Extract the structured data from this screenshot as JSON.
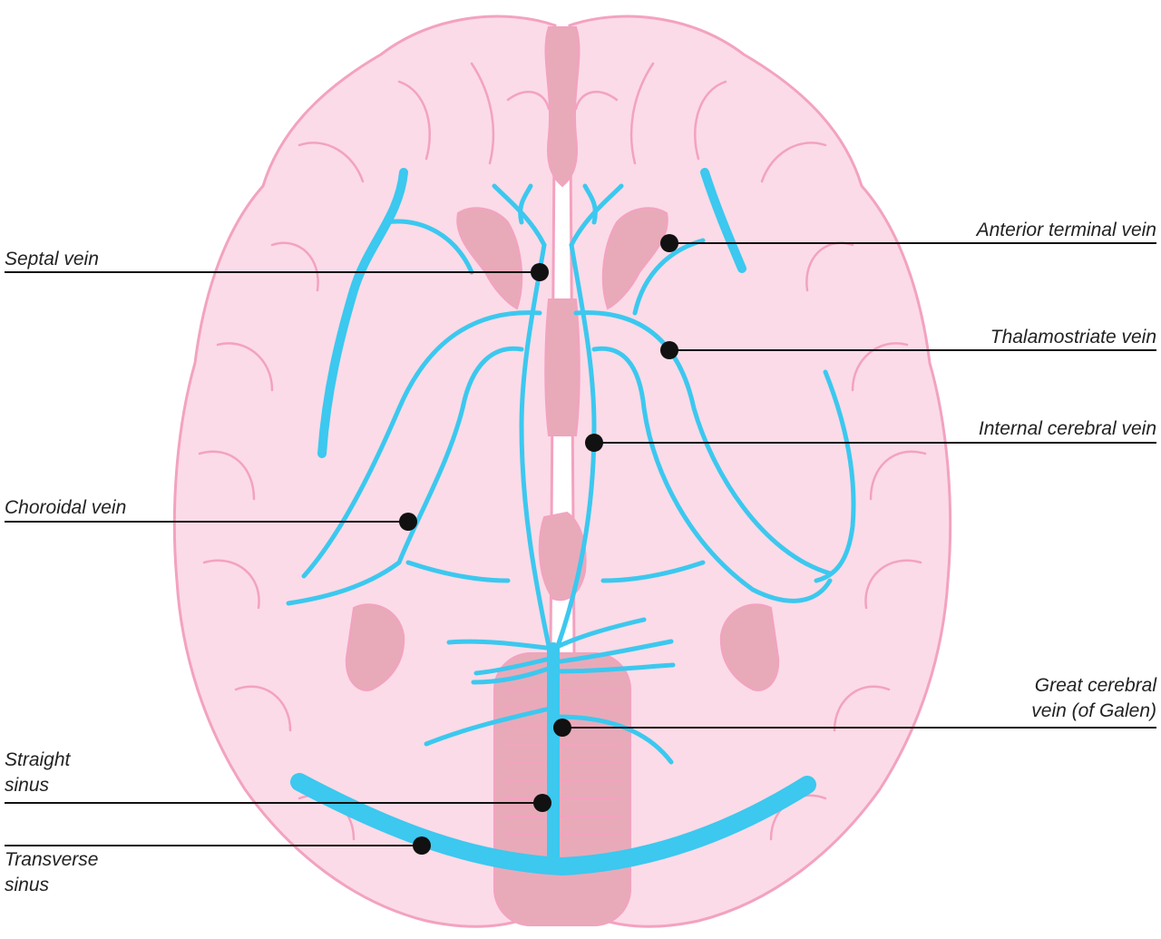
{
  "colors": {
    "brain_fill": "#fbdbe7",
    "brain_outline": "#f3a2c0",
    "deep_structure": "#e8aab9",
    "vein": "#3cc8ef",
    "vein_highlight": "#a9ecfb",
    "marker": "#111111",
    "leader": "#111111"
  },
  "labels": {
    "septal_vein": [
      "Septal vein"
    ],
    "choroidal_vein": [
      "Choroidal vein"
    ],
    "straight_sinus": [
      "Straight",
      "sinus"
    ],
    "transverse_sinus": [
      "Transverse",
      "sinus"
    ],
    "anterior_terminal_vein": [
      "Anterior terminal vein"
    ],
    "thalamostriate_vein": [
      "Thalamostriate vein"
    ],
    "internal_cerebral_vein": [
      "Internal cerebral vein"
    ],
    "great_cerebral_vein": [
      "Great cerebral",
      "vein (of Galen)"
    ]
  }
}
